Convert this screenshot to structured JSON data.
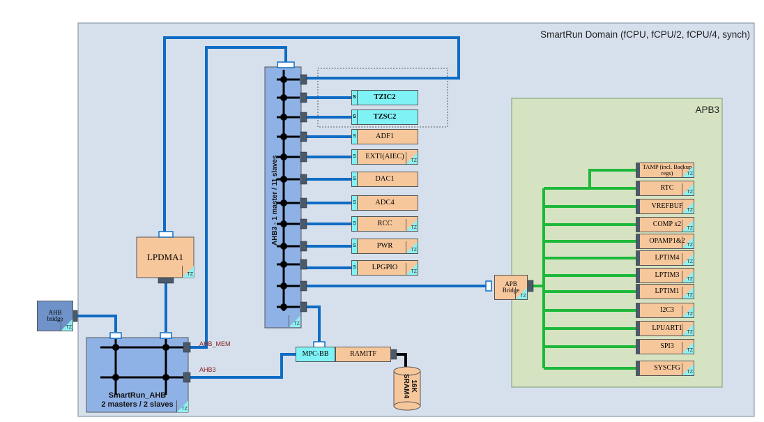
{
  "domain_title": "SmartRun Domain (fCPU, fCPU/2, fCPU/4, synch)",
  "apb3_title": "APB3",
  "ahb_bridge": {
    "line1": "AHB",
    "line2": "bridge"
  },
  "lpdma": "LPDMA1",
  "smartrun_ahb": {
    "line1": "SmartRun_AHB",
    "line2": "2 masters / 2 slaves"
  },
  "bus_labels": {
    "ahb_mem": "AHB_MEM",
    "ahb3": "AHB3"
  },
  "ahb3_matrix_label": "AHB3 - 1 master / 11 slaves",
  "mpc_bb": "MPC-BB",
  "ramitf": "RAMITF",
  "sram": {
    "line1": "16K",
    "line2": "SRAM4"
  },
  "tz_label": "TZ",
  "s_label": "S",
  "apb_bridge": {
    "line1": "APB",
    "line2": "Bridge"
  },
  "ahb3_peripherals": [
    {
      "name": "TZIC2",
      "style": "cyan",
      "tz": false
    },
    {
      "name": "TZSC2",
      "style": "cyan",
      "tz": false
    },
    {
      "name": "ADF1",
      "style": "peri",
      "tz": false
    },
    {
      "name": "EXTI(AIEC)",
      "style": "peri",
      "tz": true
    },
    {
      "name": "DAC1",
      "style": "peri",
      "tz": false
    },
    {
      "name": "ADC4",
      "style": "peri",
      "tz": false
    },
    {
      "name": "RCC",
      "style": "peri",
      "tz": true
    },
    {
      "name": "PWR",
      "style": "peri",
      "tz": true
    },
    {
      "name": "LPGPIO",
      "style": "peri",
      "tz": true
    }
  ],
  "apb3_peripherals": [
    {
      "name": "TAMP (incl. Backup regs)"
    },
    {
      "name": "RTC"
    },
    {
      "name": "VREFBUF"
    },
    {
      "name": "COMP x2"
    },
    {
      "name": "OPAMP1&2"
    },
    {
      "name": "LPTIM4"
    },
    {
      "name": "LPTIM3"
    },
    {
      "name": "LPTIM1"
    },
    {
      "name": "I2C3"
    },
    {
      "name": "LPUART1"
    },
    {
      "name": "SPI3"
    },
    {
      "name": "SYSCFG"
    }
  ],
  "colors": {
    "domain_bg": "#d6e0ec",
    "apb3_bg": "#d5e3c2",
    "matrix_bg": "#8fb2e6",
    "ahb_bus": "#0f6cc4",
    "apb_bus": "#1db83a",
    "peripheral": "#f7c79c",
    "security": "#7ff2f5"
  }
}
